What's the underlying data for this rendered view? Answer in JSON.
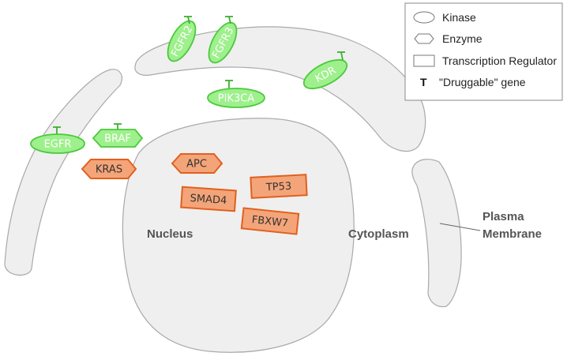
{
  "legend": {
    "kinase": "Kinase",
    "enzyme": "Enzyme",
    "transcription_regulator": "Transcription Regulator",
    "druggable_symbol": "T",
    "druggable": "\"Druggable\" gene"
  },
  "regions": {
    "nucleus": "Nucleus",
    "cytoplasm": "Cytoplasm",
    "plasma_membrane_line1": "Plasma",
    "plasma_membrane_line2": "Membrane"
  },
  "genes": {
    "egfr": "EGFR",
    "braf": "BRAF",
    "kras": "KRAS",
    "fgfr2": "FGFR2",
    "fgfr3": "FGFR3",
    "pik3ca": "PIK3CA",
    "kdr": "KDR",
    "apc": "APC",
    "smad4": "SMAD4",
    "tp53": "TP53",
    "fbxw7": "FBXW7"
  },
  "colors": {
    "kinase_fill": "#9ef08c",
    "kinase_stroke": "#4cc93d",
    "mutated_fill": "#f4a479",
    "mutated_stroke": "#e0601e",
    "membrane_fill": "#efefef"
  }
}
